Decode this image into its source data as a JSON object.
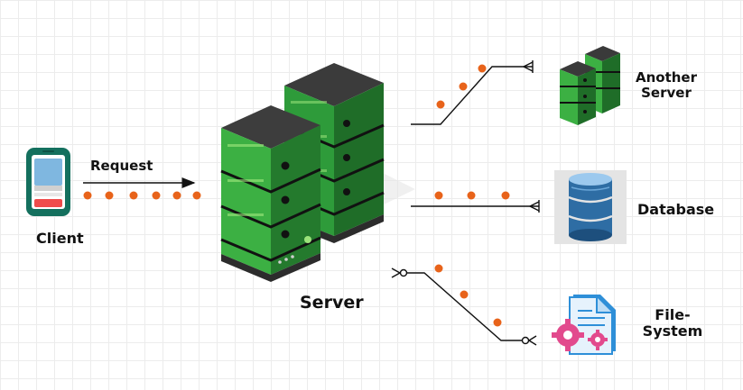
{
  "labels": {
    "client": "Client",
    "request": "Request",
    "server": "Server",
    "another_server_line1": "Another",
    "another_server_line2": "Server",
    "database": "Database",
    "file_system_line1": "File-",
    "file_system_line2": "System"
  },
  "colors": {
    "dot": "#e8631a",
    "server_green": "#3cb043",
    "server_dark": "#2e2e2e",
    "db_blue": "#2e6da4",
    "file_pink": "#e24a8d",
    "phone_teal": "#14705e"
  },
  "icons": [
    "phone-icon",
    "server-rack-icon",
    "server-icon",
    "database-icon",
    "file-gear-icon"
  ]
}
